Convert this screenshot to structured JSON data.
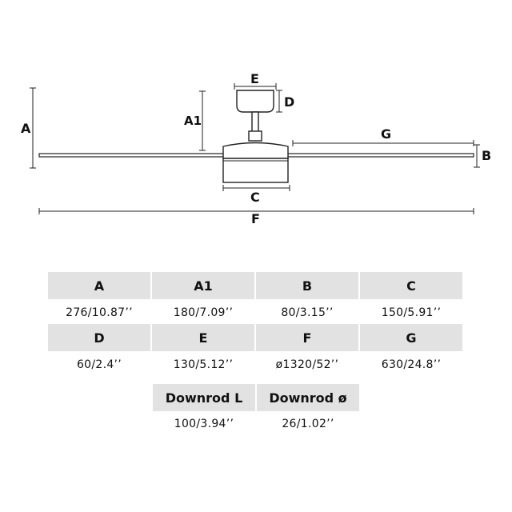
{
  "diagram": {
    "labels": {
      "A": "A",
      "A1": "A1",
      "B": "B",
      "C": "C",
      "D": "D",
      "E": "E",
      "F": "F",
      "G": "G"
    }
  },
  "specs": {
    "row1": [
      {
        "label": "A",
        "value": "276/10.87’’"
      },
      {
        "label": "A1",
        "value": "180/7.09’’"
      },
      {
        "label": "B",
        "value": "80/3.15’’"
      },
      {
        "label": "C",
        "value": "150/5.91’’"
      }
    ],
    "row2": [
      {
        "label": "D",
        "value": "60/2.4’’"
      },
      {
        "label": "E",
        "value": "130/5.12’’"
      },
      {
        "label": "F",
        "value": "ø1320/52’’"
      },
      {
        "label": "G",
        "value": "630/24.8’’"
      }
    ],
    "row3": [
      {
        "label": "Downrod L",
        "value": "100/3.94’’"
      },
      {
        "label": "Downrod ø",
        "value": "26/1.02’’"
      }
    ]
  }
}
